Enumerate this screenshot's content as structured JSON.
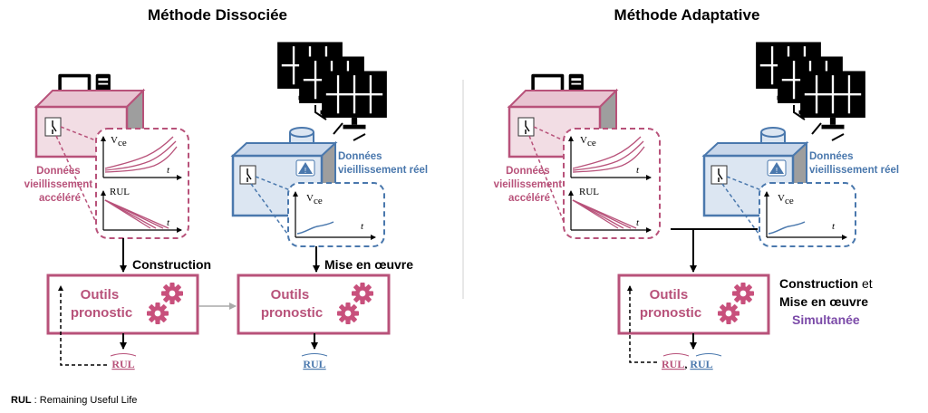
{
  "titles": {
    "left": "Méthode Dissociée",
    "right": "Méthode Adaptative"
  },
  "left_panel": {
    "accel_data_label": [
      "Données",
      "vieillissement",
      "accéléré"
    ],
    "real_data_label": [
      "Données",
      "vieillissement réel"
    ],
    "step_construction": "Construction",
    "step_deploy": "Mise en œuvre",
    "tool1_label": [
      "Outils",
      "pronostic"
    ],
    "tool2_label": [
      "Outils",
      "pronostic"
    ],
    "output1": "RUL",
    "output2": "RUL"
  },
  "right_panel": {
    "accel_data_label": [
      "Données",
      "vieillissement",
      "accéléré"
    ],
    "real_data_label": [
      "Données",
      "vieillissement réel"
    ],
    "step_construction": "Construction",
    "step_and": " et",
    "step_deploy": "Mise en œuvre",
    "step_simultaneous": "Simultanée",
    "tool_label": [
      "Outils",
      "pronostic"
    ],
    "output_a": "RUL",
    "output_sep": ", ",
    "output_b": "RUL"
  },
  "chart_labels": {
    "vce": "V",
    "vce_sub": "ce",
    "rul": "RUL",
    "t": "t"
  },
  "footnote": {
    "abbr": "RUL",
    "text": " : Remaining Useful Life"
  },
  "colors": {
    "pink": "#b8527a",
    "pink_fill": "#f2dde4",
    "blue": "#4a78ad",
    "blue_fill": "#dce6f2",
    "purple": "#7b4aa8",
    "gear": "#c8507c"
  },
  "icons": [
    "computer-icon",
    "solar-panel-icon",
    "gear-icon",
    "database-icon",
    "switch-icon",
    "hazard-icon"
  ]
}
